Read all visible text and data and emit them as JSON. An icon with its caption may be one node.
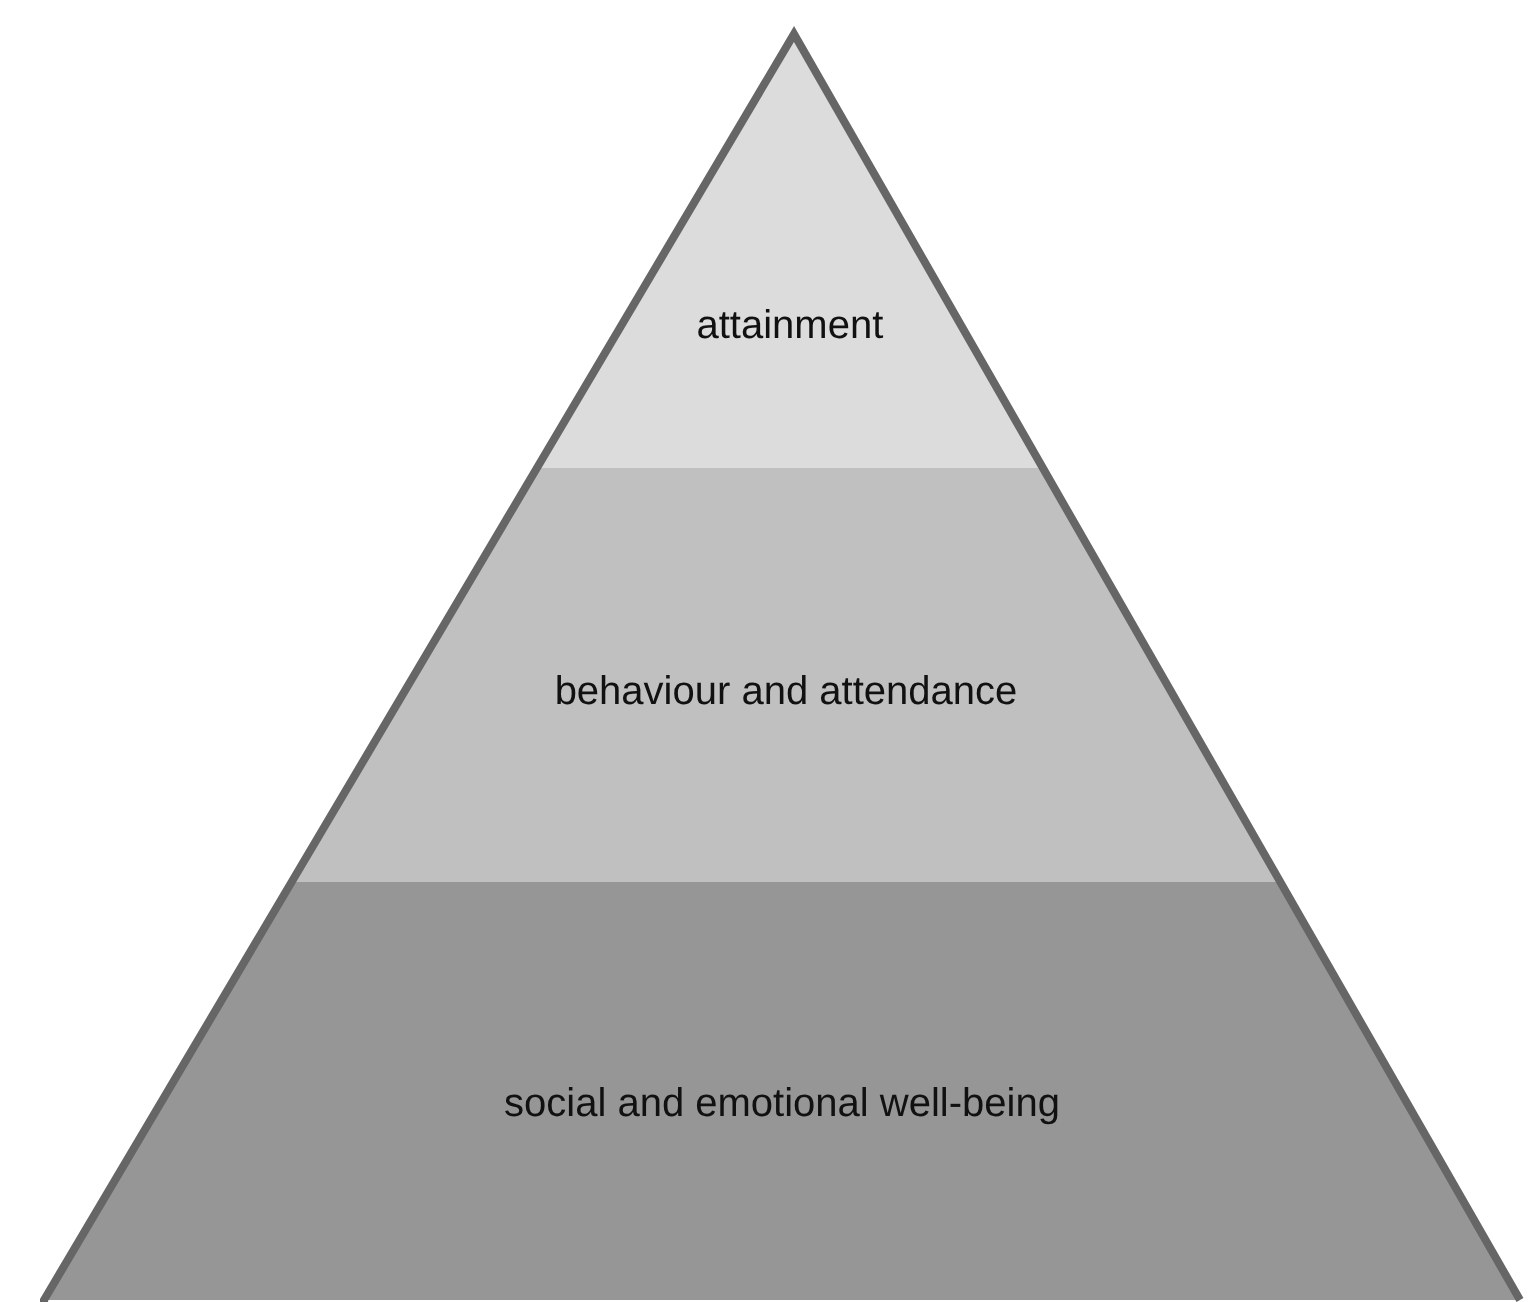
{
  "diagram": {
    "nodes": [
      {
        "text": [
          "attainment"
        ]
      },
      {
        "text": [
          "behaviour and attendance"
        ]
      },
      {
        "text": [
          "social and emotional well-being"
        ]
      }
    ]
  }
}
